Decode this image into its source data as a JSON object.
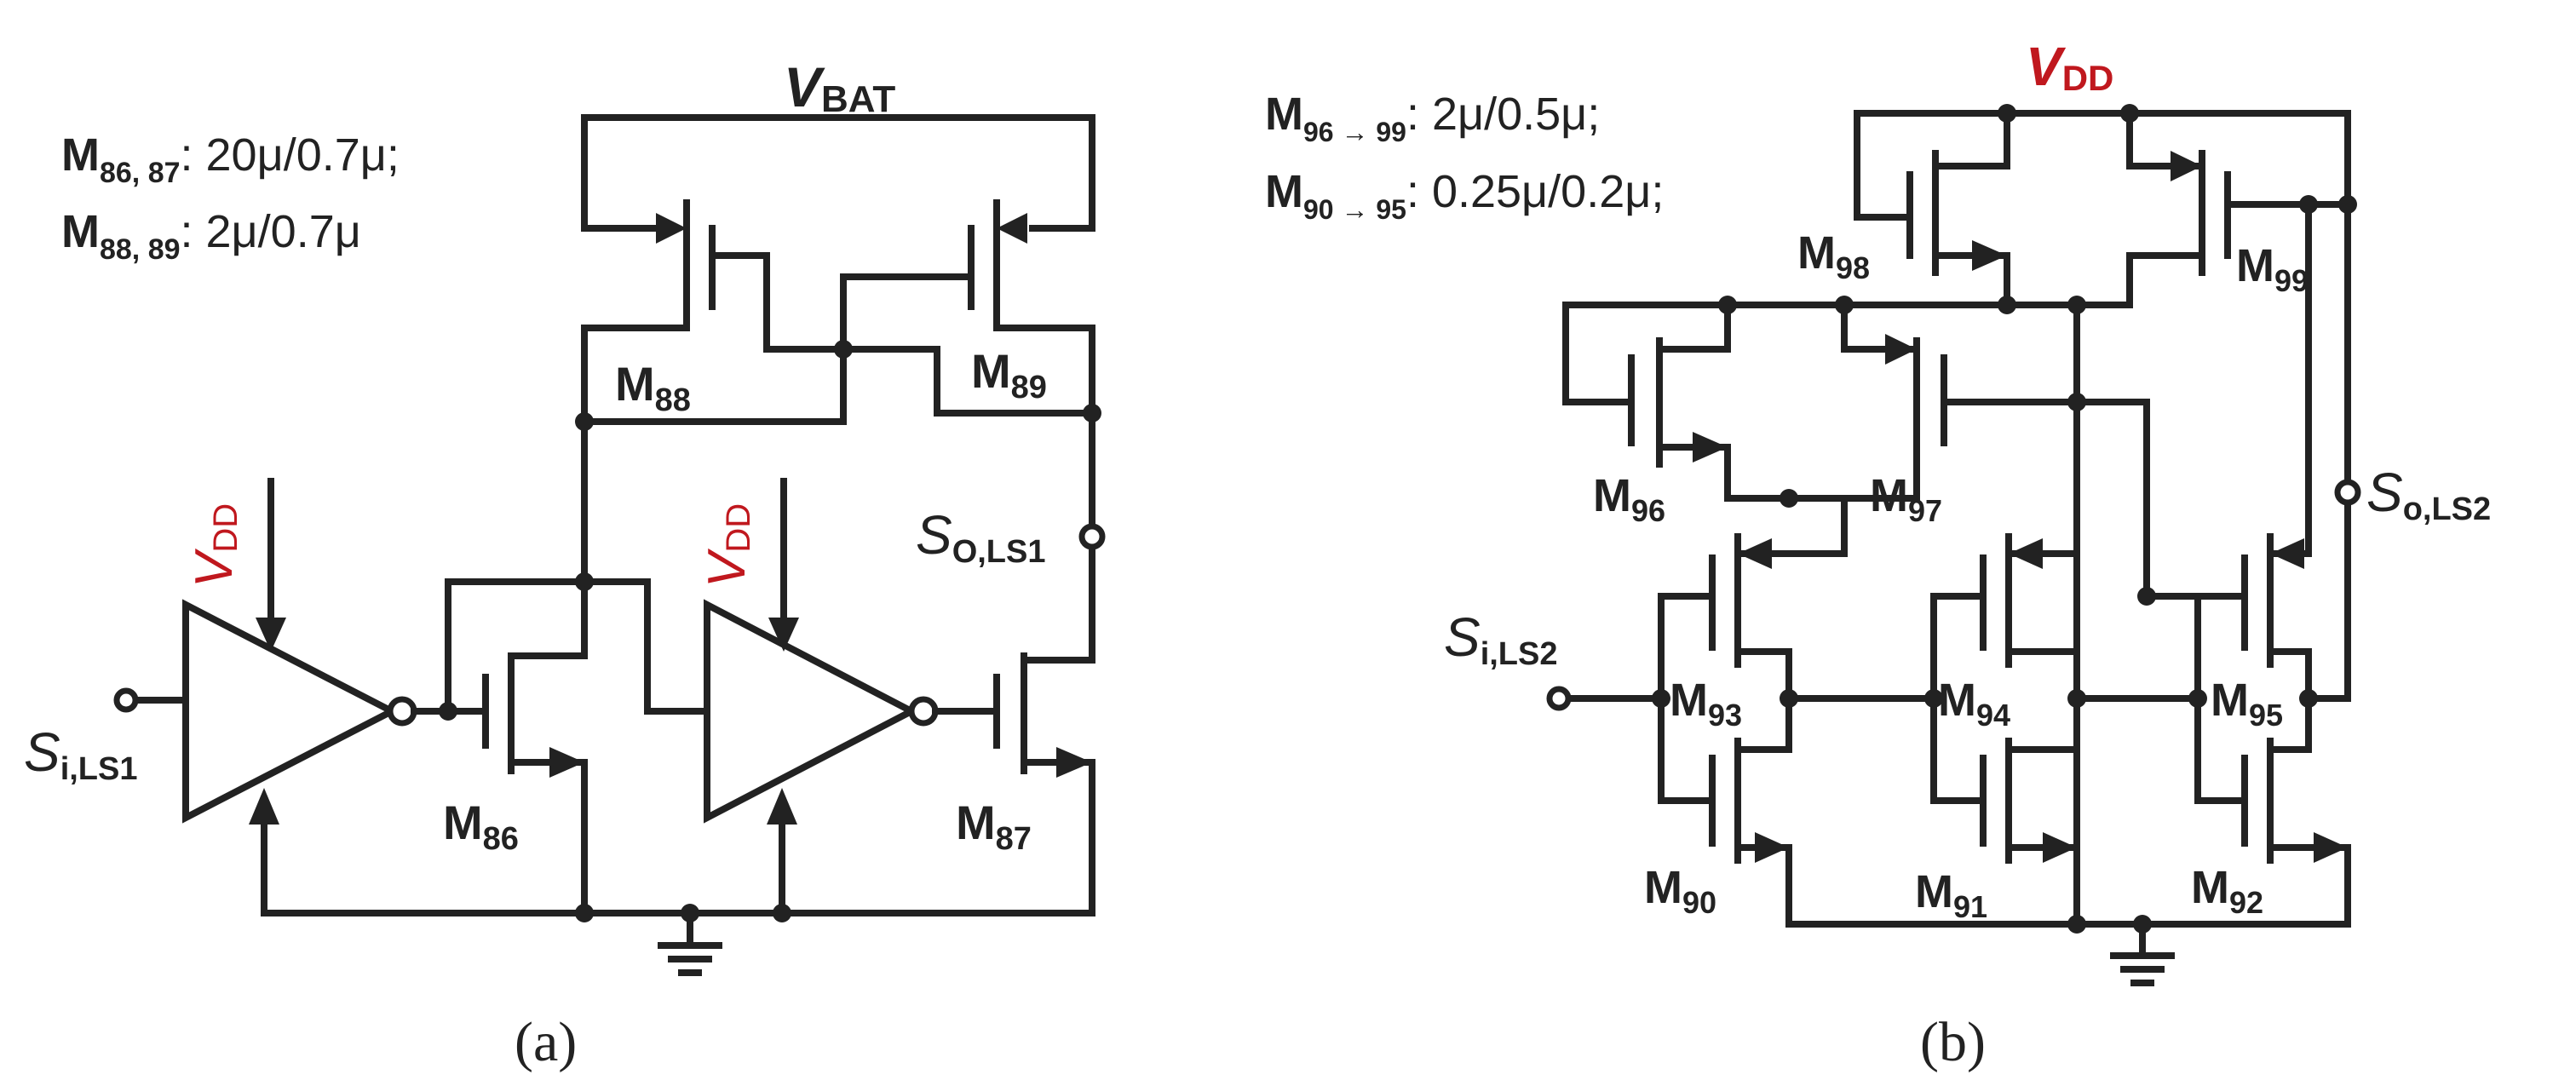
{
  "panel_a": {
    "spec_line1_name": "M",
    "spec_line1_sub": "86, 87",
    "spec_line1_value": ": 20μ/0.7μ;",
    "spec_line2_name": "M",
    "spec_line2_sub": "88, 89",
    "spec_line2_value": ": 2μ/0.7μ",
    "supply_top": "V",
    "supply_top_sub": "BAT",
    "vdd1": "V",
    "vdd1_sub": "DD",
    "vdd2": "V",
    "vdd2_sub": "DD",
    "input_label": "S",
    "input_sub": "i,LS1",
    "output_label": "S",
    "output_sub": "O,LS1",
    "transistors": [
      {
        "name": "M",
        "sub": "88"
      },
      {
        "name": "M",
        "sub": "89"
      },
      {
        "name": "M",
        "sub": "86"
      },
      {
        "name": "M",
        "sub": "87"
      }
    ],
    "caption": "(a)"
  },
  "panel_b": {
    "spec_line1_name": "M",
    "spec_line1_sub": "96 → 99",
    "spec_line1_value": ": 2μ/0.5μ;",
    "spec_line2_name": "M",
    "spec_line2_sub": "90 → 95",
    "spec_line2_value": ": 0.25μ/0.2μ;",
    "supply_top": "V",
    "supply_top_sub": "DD",
    "input_label": "S",
    "input_sub": "i,LS2",
    "output_label": "S",
    "output_sub": "o,LS2",
    "transistors": [
      {
        "name": "M",
        "sub": "98"
      },
      {
        "name": "M",
        "sub": "99"
      },
      {
        "name": "M",
        "sub": "96"
      },
      {
        "name": "M",
        "sub": "97"
      },
      {
        "name": "M",
        "sub": "93"
      },
      {
        "name": "M",
        "sub": "94"
      },
      {
        "name": "M",
        "sub": "95"
      },
      {
        "name": "M",
        "sub": "90"
      },
      {
        "name": "M",
        "sub": "91"
      },
      {
        "name": "M",
        "sub": "92"
      }
    ],
    "caption": "(b)"
  },
  "colors": {
    "wire": "#222222",
    "supply_label": "#c0181e"
  }
}
